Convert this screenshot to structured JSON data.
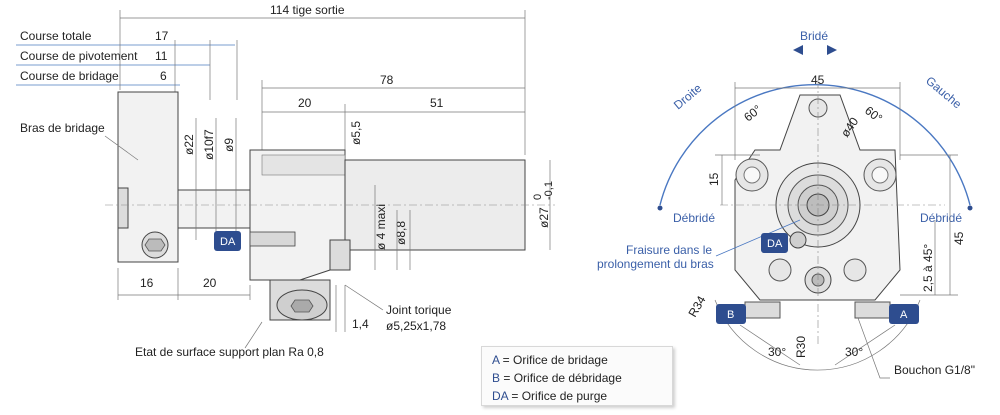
{
  "stroke_table": {
    "rows": [
      {
        "label": "Course totale",
        "value": "17"
      },
      {
        "label": "Course de pivotement",
        "value": "11"
      },
      {
        "label": "Course de bridage",
        "value": "6"
      }
    ]
  },
  "side_view": {
    "dim_total": "114 tige sortie",
    "dim_78": "78",
    "dim_20_top": "20",
    "dim_51": "51",
    "dim_16": "16",
    "dim_20_bottom": "20",
    "dim_d22": "ø22",
    "dim_d10f7": "ø10f7",
    "dim_d9": "ø9",
    "dim_d5_5": "ø5,5",
    "dim_d4maxi": "ø 4 maxi",
    "dim_d8_8": "ø8,8",
    "dim_d27": "ø27",
    "dim_d27_tol_upper": "0",
    "dim_d27_tol_lower": "-0,1",
    "dim_1_4": "1,4",
    "clamp_arm_label": "Bras de bridage",
    "oring_label_1": "Joint torique",
    "oring_label_2": "ø5,25x1,78",
    "surface_note": "Etat de surface support plan Ra 0,8",
    "badge_da": "DA"
  },
  "front_view": {
    "clamped": "Bridé",
    "right": "Droite",
    "left": "Gauche",
    "unclamped_left": "Débridé",
    "unclamped_right": "Débridé",
    "dim_45_top": "45",
    "dim_60_left": "60°",
    "dim_60_right": "60°",
    "dim_d40": "ø40",
    "dim_15": "15",
    "dim_45_right": "45",
    "dim_2_5x45": "2,5 à 45°",
    "dim_r34": "R34",
    "dim_r30": "R30",
    "dim_30_left": "30°",
    "dim_30_right": "30°",
    "countersink_1": "Fraisure dans le",
    "countersink_2": "prolongement du bras",
    "plug_label": "Bouchon G1/8\"",
    "badge_da": "DA",
    "badge_a": "A",
    "badge_b": "B"
  },
  "legend": {
    "items": [
      {
        "key": "A",
        "text": " = Orifice de bridage"
      },
      {
        "key": "B",
        "text": " = Orifice de débridage"
      },
      {
        "key": "DA",
        "text": " = Orifice de purge"
      }
    ]
  },
  "colors": {
    "accent": "#2e4d8f",
    "arc": "#4a78c2"
  }
}
